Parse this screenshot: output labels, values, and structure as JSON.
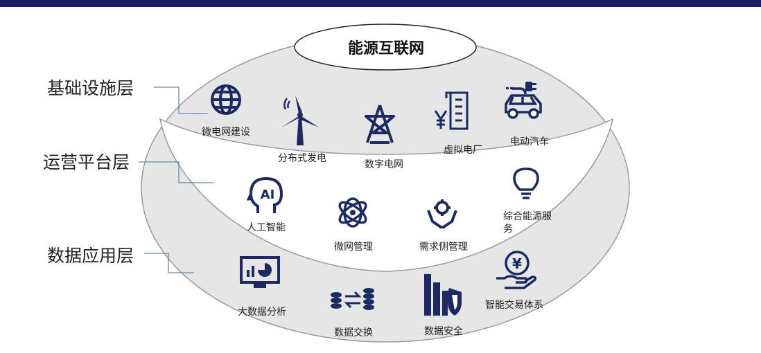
{
  "colors": {
    "bar": "#1f1d66",
    "icon": "#1c2a63",
    "shell": "#e6e6e6",
    "outline": "#999999"
  },
  "title": "能源互联网",
  "layers": [
    {
      "label": "基础设施层"
    },
    {
      "label": "运营平台层"
    },
    {
      "label": "数据应用层"
    }
  ],
  "infrastructure": {
    "items": [
      {
        "label": "微电网建设",
        "icon": "globe-icon"
      },
      {
        "label": "分布式发电",
        "icon": "wind-turbine-icon"
      },
      {
        "label": "数字电网",
        "icon": "power-tower-icon"
      },
      {
        "label": "虚拟电厂",
        "icon": "yuan-building-icon"
      },
      {
        "label": "电动汽车",
        "icon": "electric-car-icon"
      }
    ]
  },
  "platform": {
    "items": [
      {
        "label": "人工智能",
        "icon": "ai-head-icon"
      },
      {
        "label": "微网管理",
        "icon": "microgrid-atom-icon"
      },
      {
        "label": "需求侧管理",
        "icon": "demand-hands-icon"
      },
      {
        "label": "综合能源服务",
        "icon": "lightbulb-icon"
      }
    ],
    "ai_text": "AI"
  },
  "data_app": {
    "items": [
      {
        "label": "大数据分析",
        "icon": "monitor-chart-icon"
      },
      {
        "label": "数据交换",
        "icon": "data-exchange-icon"
      },
      {
        "label": "数据安全",
        "icon": "data-shield-icon"
      },
      {
        "label": "智能交易体系",
        "icon": "yuan-hand-icon"
      }
    ],
    "yuan_symbol": "¥"
  }
}
